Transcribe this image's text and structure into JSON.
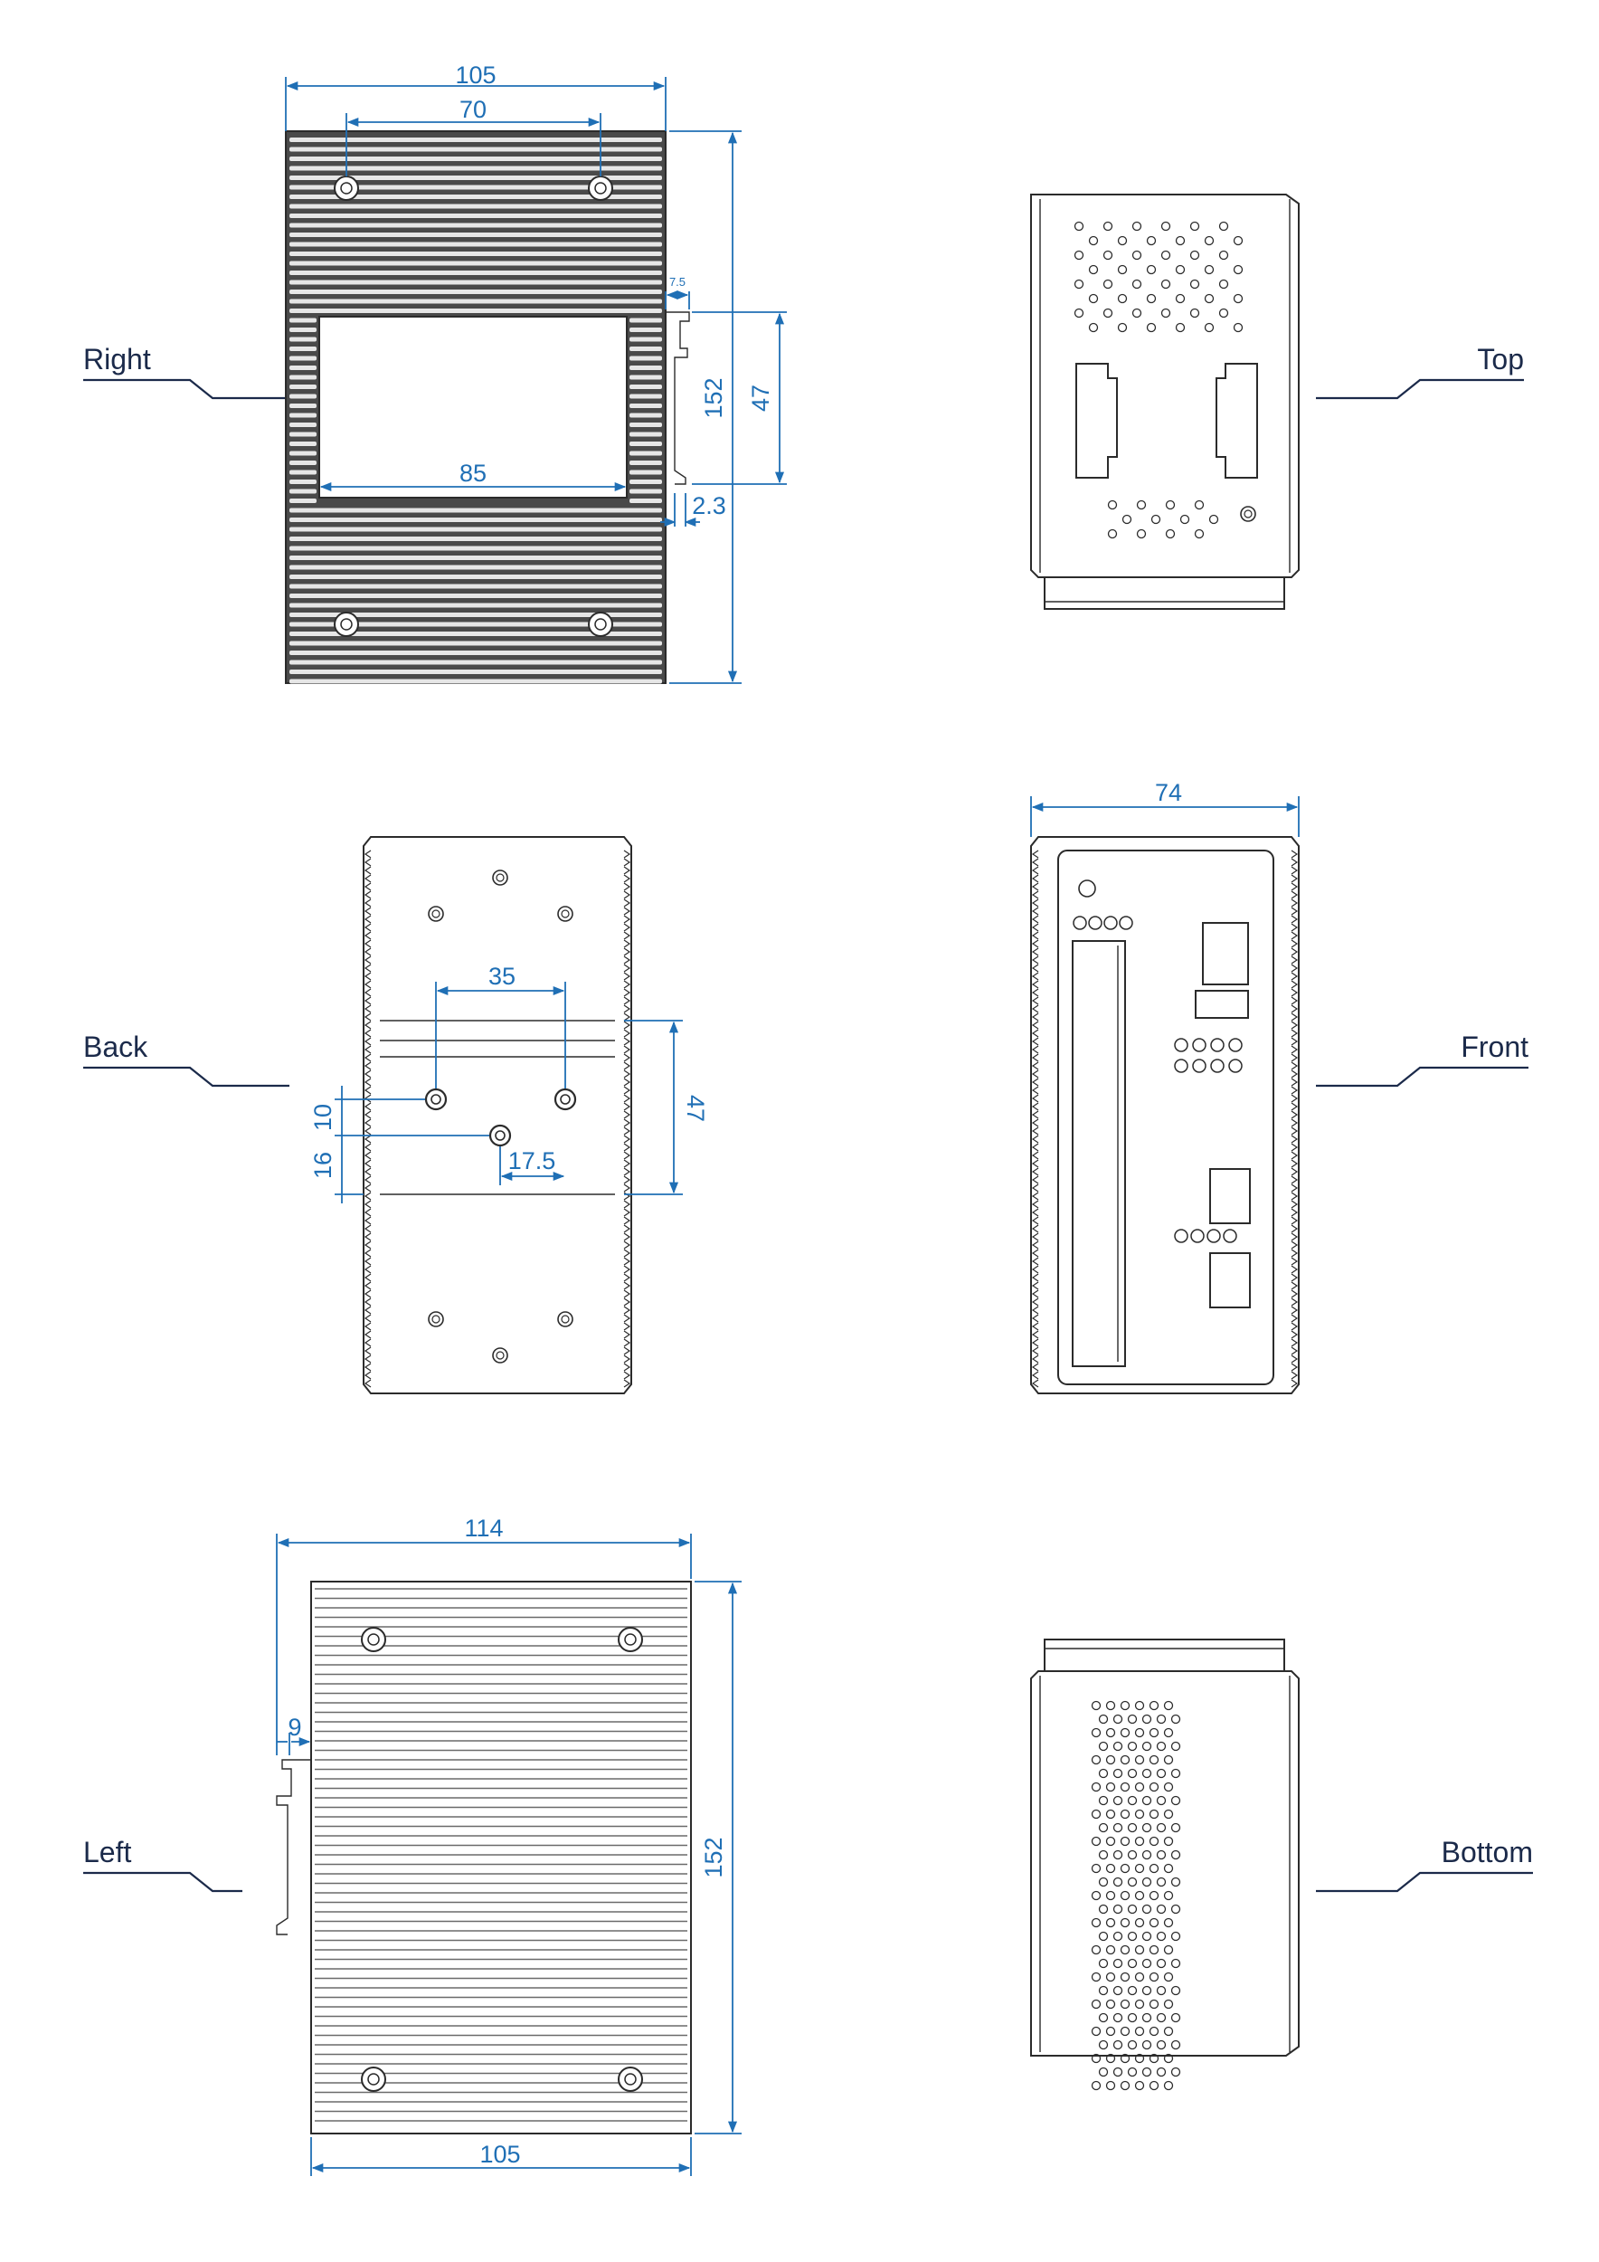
{
  "views": {
    "right": "Right",
    "top": "Top",
    "back": "Back",
    "front": "Front",
    "left": "Left",
    "bottom": "Bottom"
  },
  "dims": {
    "right_width": "105",
    "right_holes": "70",
    "right_height": "152",
    "right_rail": "47",
    "right_clip": "7.5",
    "right_window": "85",
    "right_offset": "2.3",
    "back_holes": "35",
    "back_rail": "47",
    "back_v1": "10",
    "back_v2": "16",
    "back_h": "17.5",
    "front_width": "74",
    "left_width": "114",
    "left_clip": "9",
    "left_height": "152",
    "left_bottom": "105"
  },
  "colors": {
    "dimension": "#1f6fb5",
    "outline": "#2b2b2b",
    "label": "#1b2a4a"
  }
}
